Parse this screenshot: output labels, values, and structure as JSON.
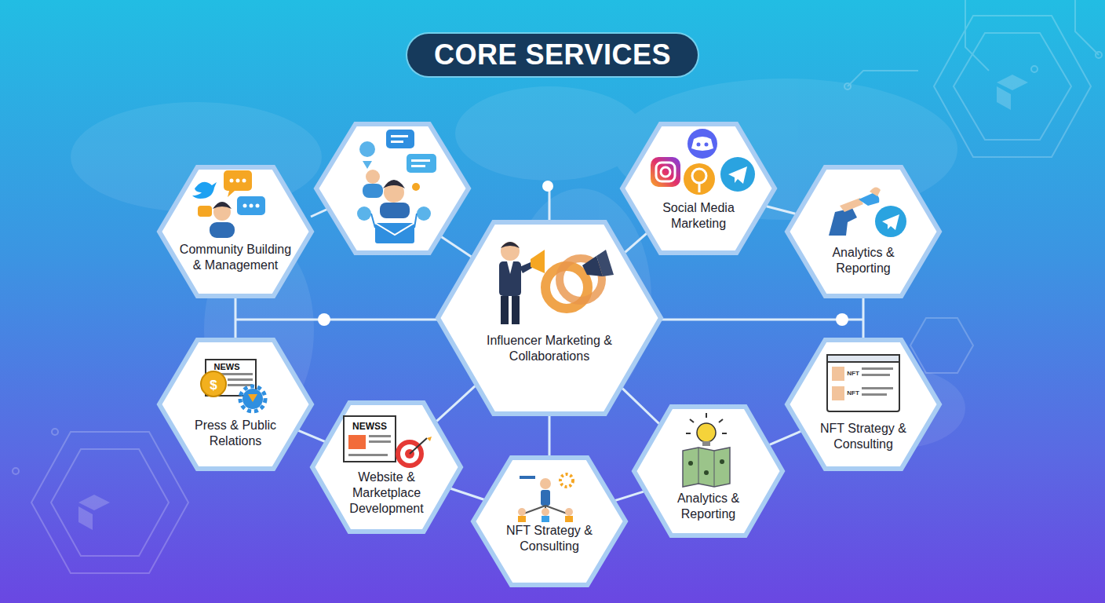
{
  "diagram": {
    "title": "CORE SERVICES",
    "nodes": [
      {
        "text": [
          "Community Building & Management"
        ]
      },
      {
        "text": [
          "Social Media Marketing"
        ]
      },
      {
        "text": [
          "Analytics & Reporting"
        ]
      },
      {
        "text": [
          "Influencer Marketing & Collaborations"
        ]
      },
      {
        "text": [
          "Press & Public Relations"
        ]
      },
      {
        "text": [
          "NFT Strategy & Consulting"
        ]
      },
      {
        "text": [
          "Website & Marketplace Development"
        ]
      },
      {
        "text": [
          "Analytics & Reporting"
        ]
      },
      {
        "text": [
          "NFT Strategy & Consulting"
        ]
      }
    ],
    "edges": [
      {
        "from": 0,
        "to": 4,
        "arrow": "none"
      },
      {
        "from": 3,
        "to": 1,
        "arrow": "none"
      },
      {
        "from": 1,
        "to": 2,
        "arrow": "none"
      },
      {
        "from": 2,
        "to": 5,
        "arrow": "none"
      },
      {
        "from": 4,
        "to": 6,
        "arrow": "none"
      },
      {
        "from": 6,
        "to": 3,
        "arrow": "none"
      },
      {
        "from": 6,
        "to": 8,
        "arrow": "none"
      },
      {
        "from": 8,
        "to": 3,
        "arrow": "none"
      },
      {
        "from": 8,
        "to": 7,
        "arrow": "none"
      },
      {
        "from": 7,
        "to": 3,
        "arrow": "none"
      },
      {
        "from": 7,
        "to": 5,
        "arrow": "none"
      }
    ],
    "labels": [
      "NEWS",
      "$",
      "NEWSS",
      "NFT",
      "NFT"
    ]
  }
}
